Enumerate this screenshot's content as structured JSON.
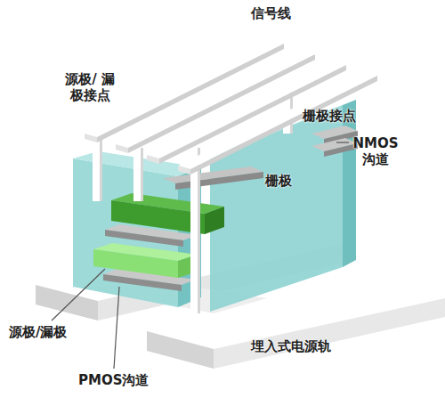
{
  "diagram": {
    "labels": [
      "信号线",
      "源极/ 漏极接点",
      "栅极接点",
      "NMOS 沟道",
      "栅极",
      "源极/漏极",
      "PMOS沟道",
      "埋入式电源轨"
    ]
  }
}
